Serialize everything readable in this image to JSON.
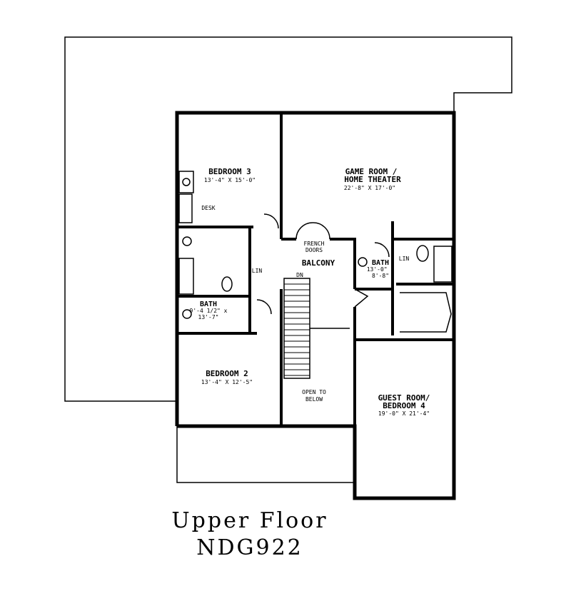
{
  "rooms": {
    "bedroom3": {
      "name": "BEDROOM 3",
      "dim": "13'-4\" X 15'-0\""
    },
    "game_room": {
      "name1": "GAME ROOM /",
      "name2": "HOME THEATER",
      "dim": "22'-8\" X 17'-0\""
    },
    "desk": "DESK",
    "french_doors": {
      "l1": "FRENCH",
      "l2": "DOORS"
    },
    "balcony": "BALCONY",
    "dn": "DN",
    "lin_left": "LIN",
    "lin_right": "LIN",
    "bath_left": {
      "name": "BATH",
      "dim1": "9'-4 1/2\" x",
      "dim2": "13'-7\""
    },
    "bath_right": {
      "name": "BATH",
      "dim1": "13'-0\" x",
      "dim2": "8'-8\""
    },
    "bedroom2": {
      "name": "BEDROOM 2",
      "dim": "13'-4\" X 12'-5\""
    },
    "open_below": {
      "l1": "OPEN TO",
      "l2": "BELOW"
    },
    "guest_room": {
      "name1": "GUEST ROOM/",
      "name2": "BEDROOM 4",
      "dim": "19'-0\" X 21'-4\""
    }
  },
  "caption": {
    "line1": "Upper Floor",
    "line2": "NDG922"
  }
}
